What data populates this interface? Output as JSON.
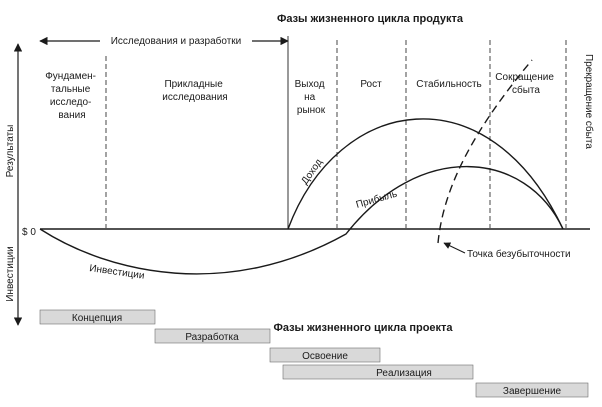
{
  "product_title": "Фазы жизненного цикла продукта",
  "project_title": "Фазы жизненного цикла проекта",
  "research_span_label": "Исследования и разработки",
  "y_axis": {
    "results": "Результаты",
    "investments": "Инвестиции",
    "zero": "$ 0"
  },
  "phases": {
    "fundamental": [
      "Фундамен-",
      "тальные",
      "исследо-",
      "вания"
    ],
    "applied": [
      "Прикладные",
      "исследования"
    ],
    "market": [
      "Выход",
      "на",
      "рынок"
    ],
    "growth": [
      "Рост"
    ],
    "stability": [
      "Стабильность"
    ],
    "decline": [
      "Сокращение",
      "сбыта"
    ],
    "termination": [
      "Прекращение сбыта"
    ]
  },
  "curves": {
    "income": "Доход",
    "profit": "Прибыль",
    "investments": "Инвестиции",
    "breakeven": "Точка безубыточности"
  },
  "project_phases": [
    "Концепция",
    "Разработка",
    "Освоение",
    "Реализация",
    "Завершение"
  ],
  "colors": {
    "ink": "#1a1a1a",
    "bar_fill": "#d9d9d9",
    "bar_stroke": "#6e6e6e"
  }
}
